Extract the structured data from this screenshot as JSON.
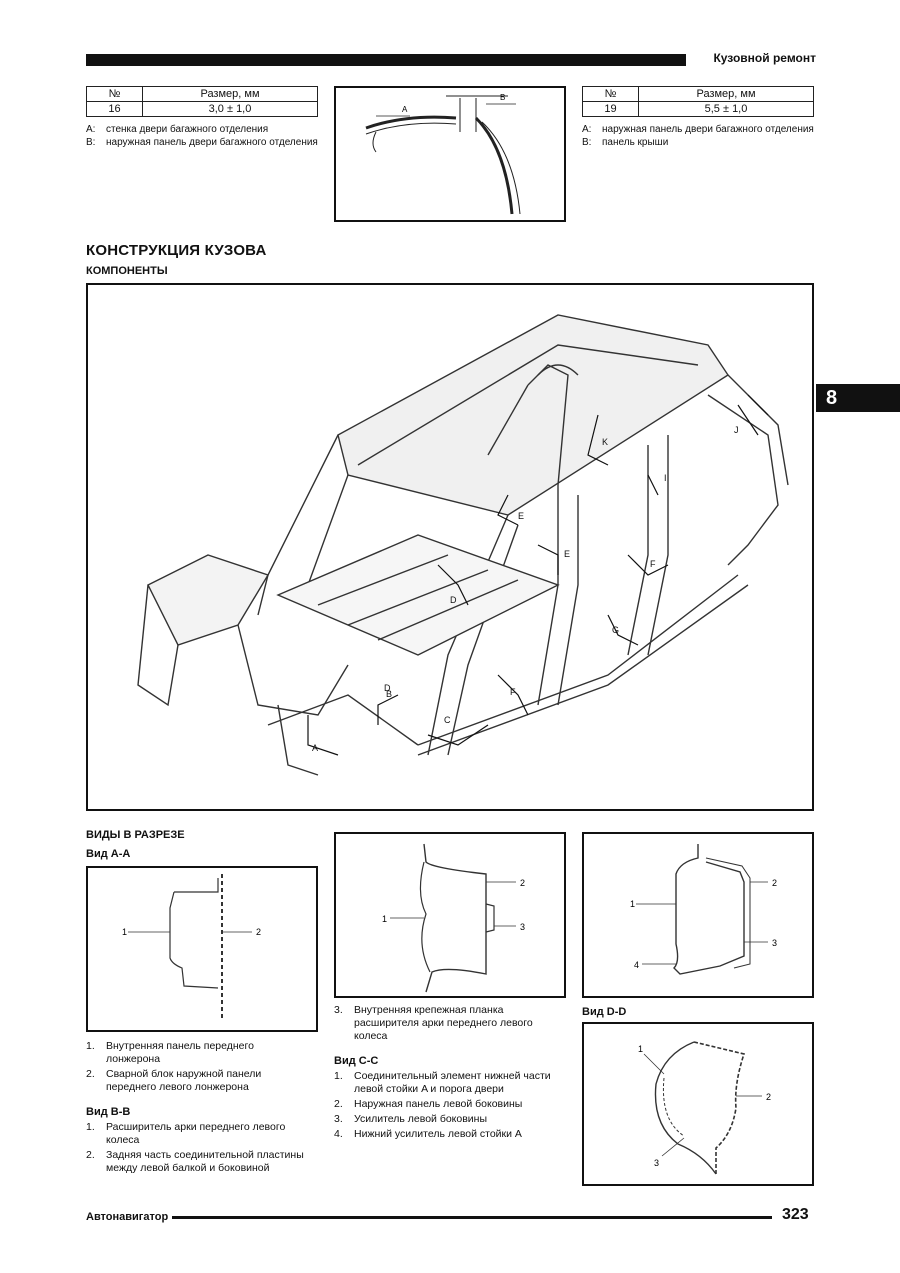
{
  "header": {
    "title": "Кузовной ремонт"
  },
  "table_left": {
    "col1": "№",
    "col2": "Размер, мм",
    "num": "16",
    "size": "3,0 ± 1,0",
    "notes": [
      {
        "key": "A:",
        "text": "стенка двери багажного отделения"
      },
      {
        "key": "B:",
        "text": "наружная панель двери багажного отделения"
      }
    ]
  },
  "table_right": {
    "col1": "№",
    "col2": "Размер, мм",
    "num": "19",
    "size": "5,5 ± 1,0",
    "notes": [
      {
        "key": "A:",
        "text": "наружная панель двери багажного отделения"
      },
      {
        "key": "B:",
        "text": "панель крыши"
      }
    ]
  },
  "top_diagram": {
    "label_a": "A",
    "label_b": "B"
  },
  "section_title": "КОНСТРУКЦИЯ КУЗОВА",
  "subsection_title": "КОМПОНЕНТЫ",
  "chapter_tab": "8",
  "main_diagram": {
    "labels": [
      "A",
      "B",
      "C",
      "D",
      "D",
      "E",
      "E",
      "F",
      "F",
      "G",
      "I",
      "J",
      "K"
    ]
  },
  "sections_title": "ВИДЫ В РАЗРЕЗЕ",
  "view_aa": {
    "title": "Вид A-A",
    "callouts": [
      "1",
      "2"
    ],
    "items": [
      {
        "n": "1.",
        "text": "Внутренняя панель переднего лонжерона"
      },
      {
        "n": "2.",
        "text": "Сварной блок наружной панели переднего левого лонжерона"
      }
    ]
  },
  "view_bb": {
    "title": "Вид B-B",
    "callouts": [
      "1",
      "2",
      "3"
    ],
    "items": [
      {
        "n": "1.",
        "text": "Расширитель арки переднего левого колеса"
      },
      {
        "n": "2.",
        "text": "Задняя часть соединительной пластины между левой балкой и боковиной"
      },
      {
        "n": "3.",
        "text": "Внутренняя крепежная планка расширителя арки переднего левого колеса"
      }
    ]
  },
  "view_cc": {
    "title": "Вид C-C",
    "callouts": [
      "1",
      "2",
      "3",
      "4"
    ],
    "items": [
      {
        "n": "1.",
        "text": "Соединительный элемент нижней части левой стойки A и порога двери"
      },
      {
        "n": "2.",
        "text": "Наружная панель левой боковины"
      },
      {
        "n": "3.",
        "text": "Усилитель левой боковины"
      },
      {
        "n": "4.",
        "text": "Нижний усилитель левой стойки A"
      }
    ]
  },
  "view_dd": {
    "title": "Вид D-D",
    "callouts": [
      "1",
      "2",
      "3"
    ]
  },
  "footer": {
    "left": "Автонавигатор",
    "page": "323"
  }
}
